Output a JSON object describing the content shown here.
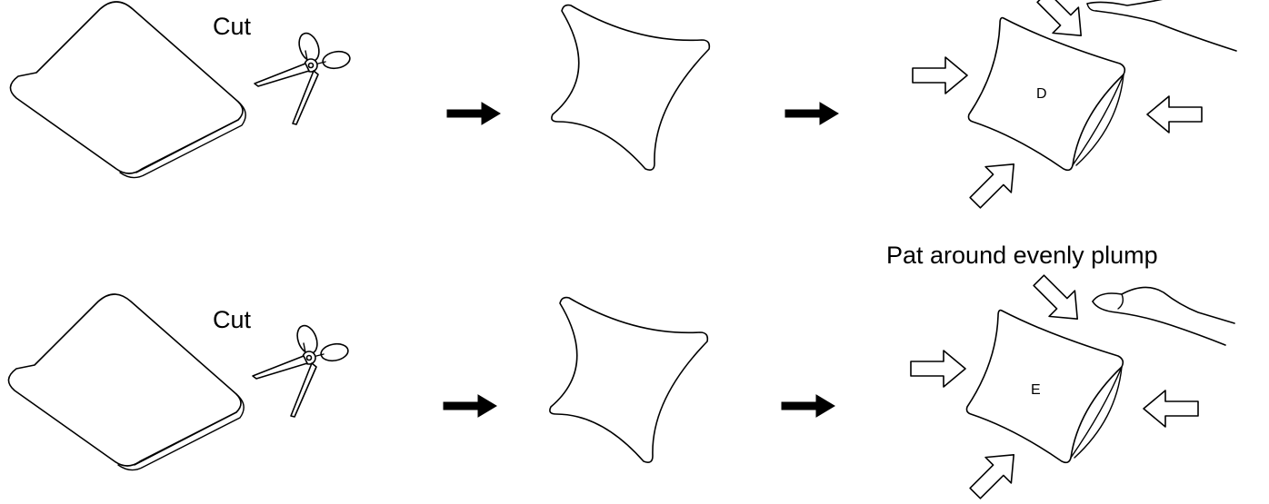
{
  "rows": [
    {
      "cut_label": "Cut",
      "pillow_label": "D"
    },
    {
      "cut_label": "Cut",
      "pillow_label": "E"
    }
  ],
  "caption": "Pat around evenly plump",
  "colors": {
    "stroke": "#000000",
    "background": "#ffffff"
  },
  "icons": [
    "fabric-square-icon",
    "scissors-icon",
    "arrow-right-icon",
    "cushion-icon",
    "hollow-arrow-icon",
    "hand-icon"
  ]
}
